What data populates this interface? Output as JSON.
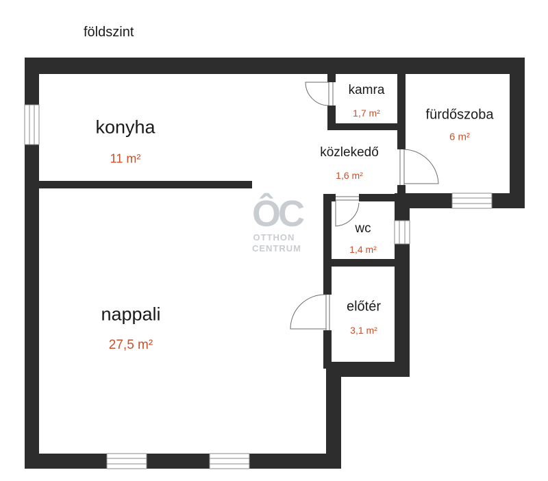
{
  "floor_title": "földszint",
  "rooms": [
    {
      "name": "konyha",
      "area": "11 m²"
    },
    {
      "name": "kamra",
      "area": "1,7 m²"
    },
    {
      "name": "fürdőszoba",
      "area": "6 m²"
    },
    {
      "name": "közlekedő",
      "area": "1,6 m²"
    },
    {
      "name": "wc",
      "area": "1,4 m²"
    },
    {
      "name": "előtér",
      "area": "3,1 m²"
    },
    {
      "name": "nappali",
      "area": "27,5 m²"
    }
  ],
  "watermark": {
    "mark": "ÔC",
    "line1": "OTTHON",
    "line2": "CENTRUM"
  },
  "colors": {
    "wall": "#2d2d2d",
    "area_text": "#c8502a",
    "watermark": "#c9ccd0"
  }
}
